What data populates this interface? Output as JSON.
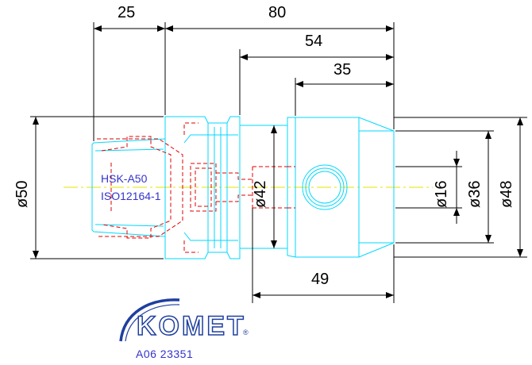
{
  "dimensions": {
    "length_25": "25",
    "length_80": "80",
    "length_54": "54",
    "length_35": "35",
    "length_49": "49",
    "dia_50": "ø50",
    "dia_42": "ø42",
    "dia_16": "ø16",
    "dia_36": "ø36",
    "dia_48": "ø48"
  },
  "labels": {
    "interface_line1": "HSK-A50",
    "interface_line2": "ISO12164-1"
  },
  "brand": {
    "name": "KOMET",
    "registered": "®",
    "article_code": "A06 23351"
  },
  "colors": {
    "outline": "#00d8ff",
    "hidden_lines": "#e00000",
    "center_line": "#e6e600",
    "dimension_lines": "#000000",
    "label_text": "#3333cc",
    "brand": "#1f3f9f"
  }
}
